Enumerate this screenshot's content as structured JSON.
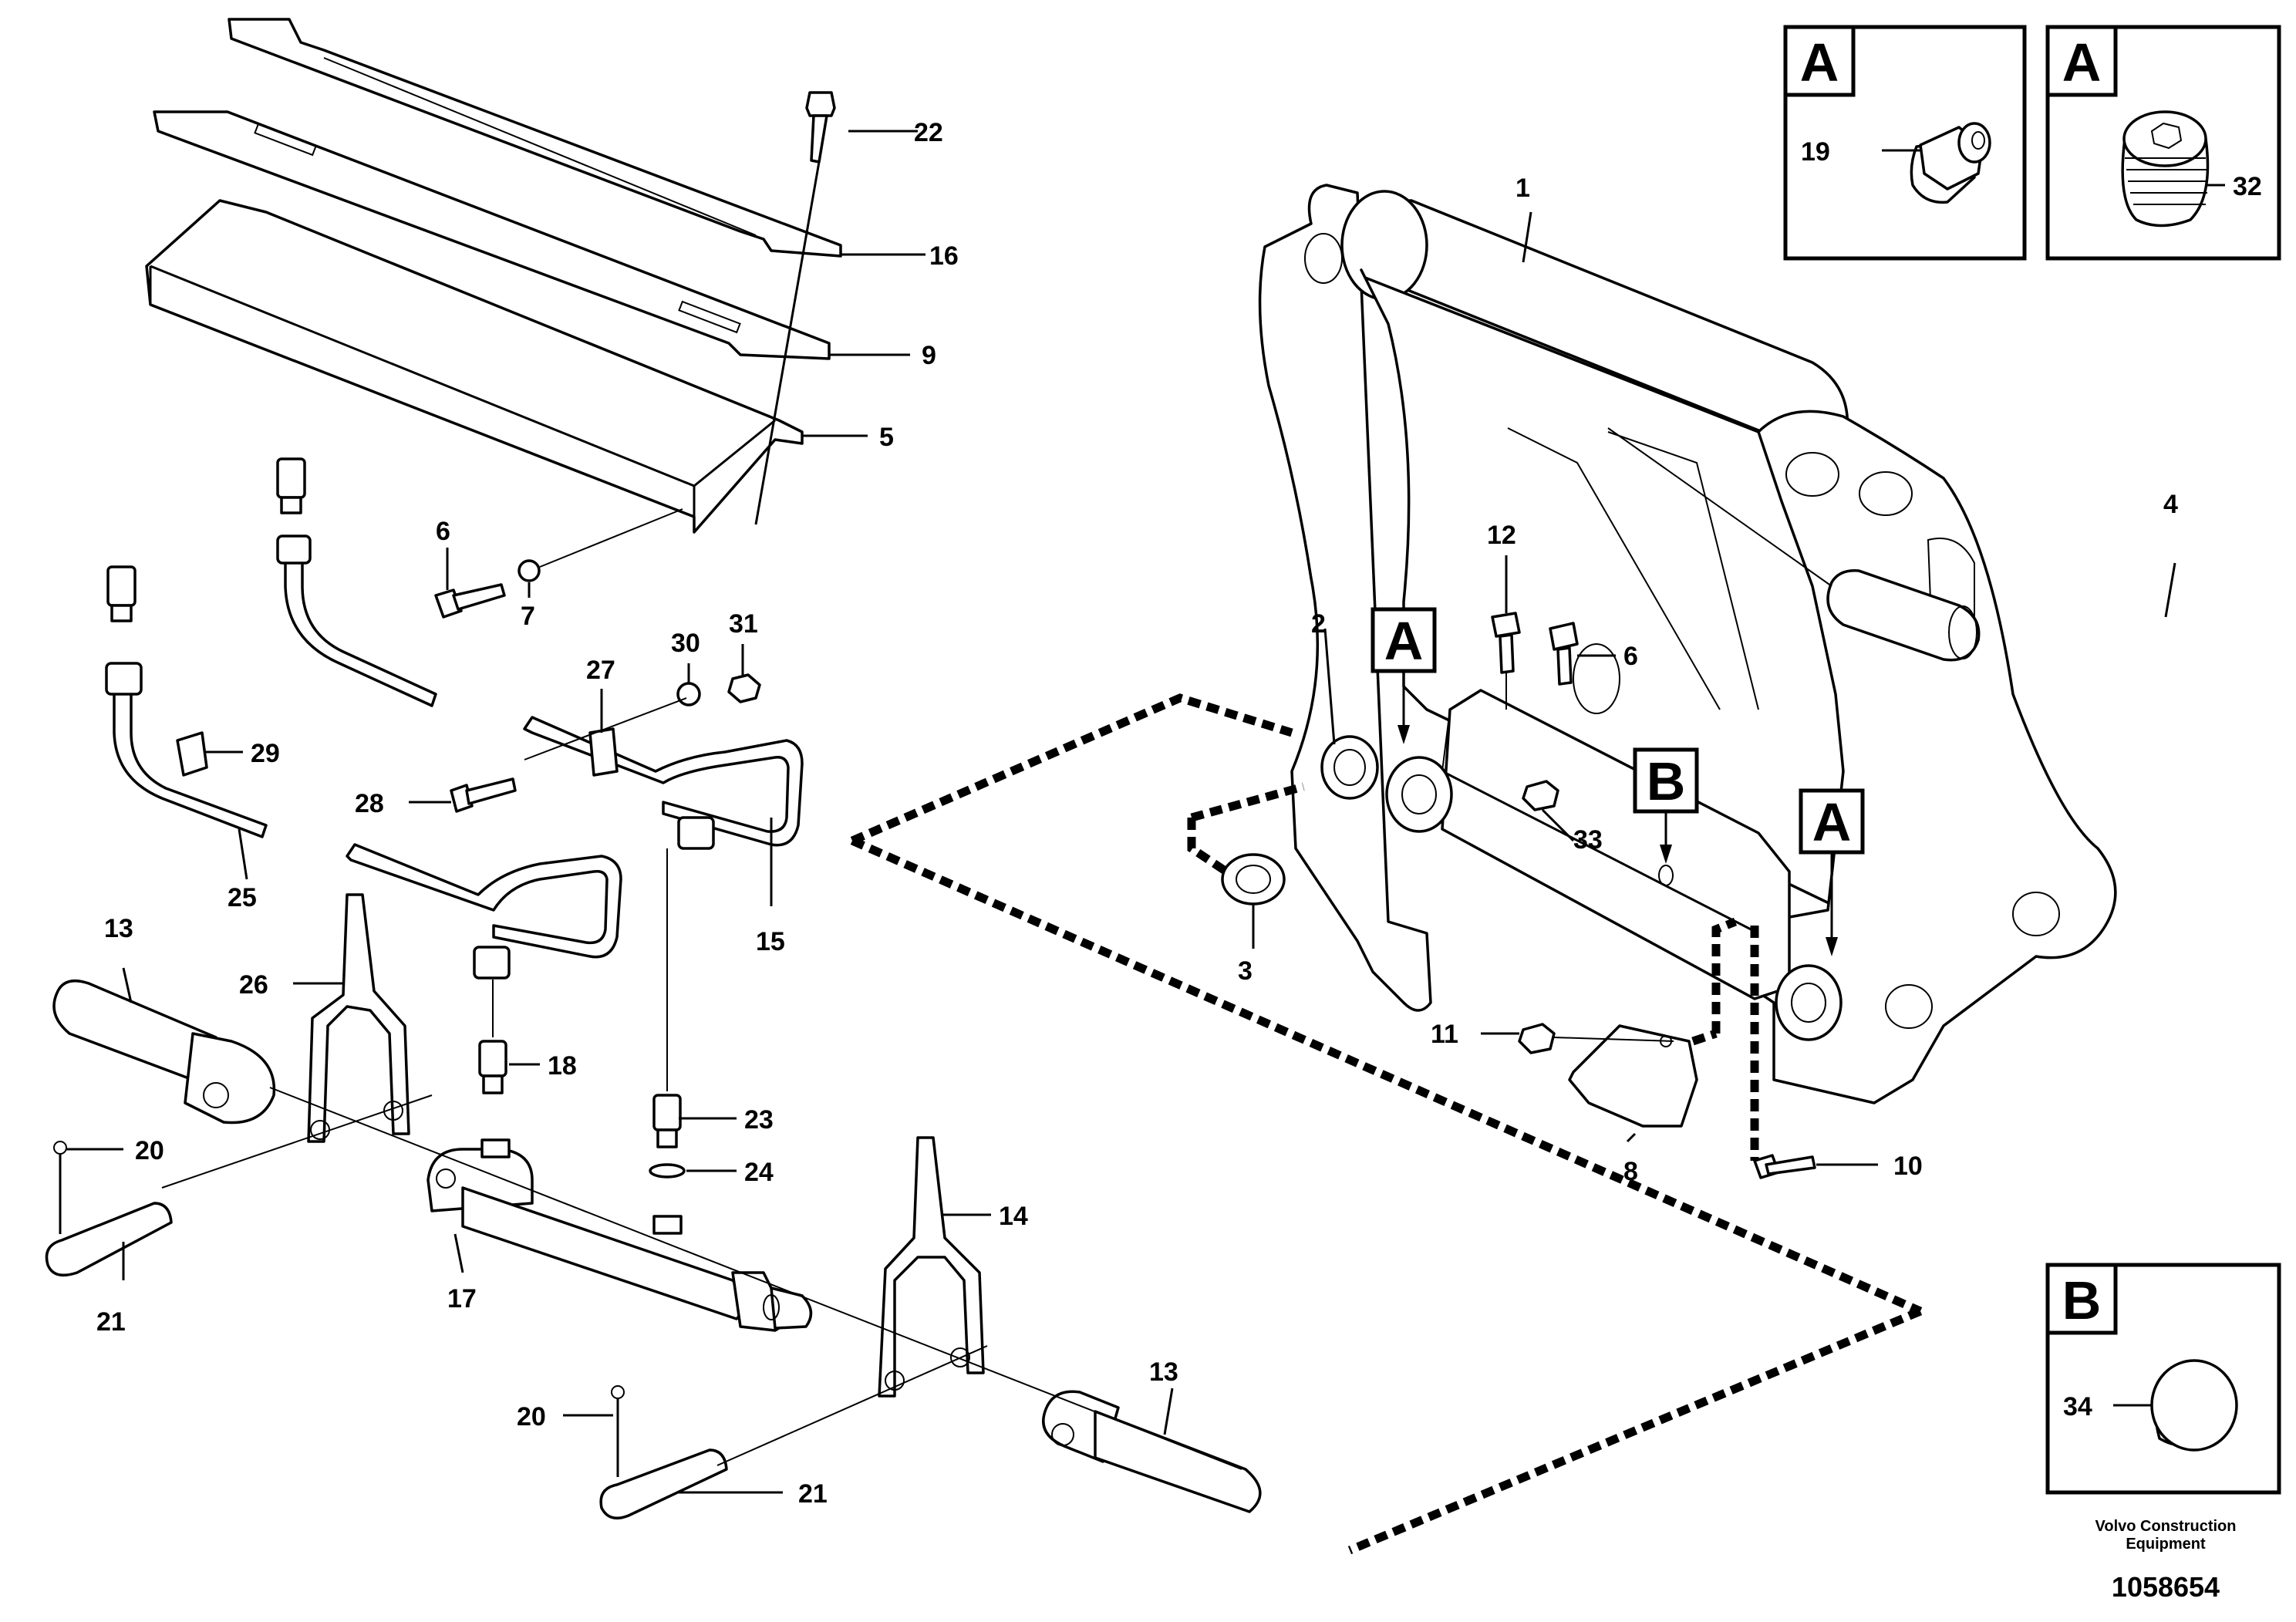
{
  "callouts": {
    "c1": "1",
    "c2": "2",
    "c3": "3",
    "c4": "4",
    "c5": "5",
    "c6a": "6",
    "c6b": "6",
    "c7": "7",
    "c8": "8",
    "c9": "9",
    "c10": "10",
    "c11": "11",
    "c12": "12",
    "c13a": "13",
    "c13b": "13",
    "c14": "14",
    "c15": "15",
    "c16": "16",
    "c17": "17",
    "c18": "18",
    "c19": "19",
    "c20a": "20",
    "c20b": "20",
    "c21a": "21",
    "c21b": "21",
    "c22": "22",
    "c23": "23",
    "c24": "24",
    "c25": "25",
    "c26": "26",
    "c27": "27",
    "c28": "28",
    "c29": "29",
    "c30": "30",
    "c31": "31",
    "c32": "32",
    "c33": "33",
    "c34": "34"
  },
  "markers": {
    "marker_a_left": "A",
    "marker_b": "B",
    "marker_a_right": "A"
  },
  "detail_boxes": {
    "box_a1_letter": "A",
    "box_a2_letter": "A",
    "box_b_letter": "B"
  },
  "footer": {
    "credit_line1": "Volvo Construction",
    "credit_line2": "Equipment",
    "doc_number": "1058654"
  }
}
